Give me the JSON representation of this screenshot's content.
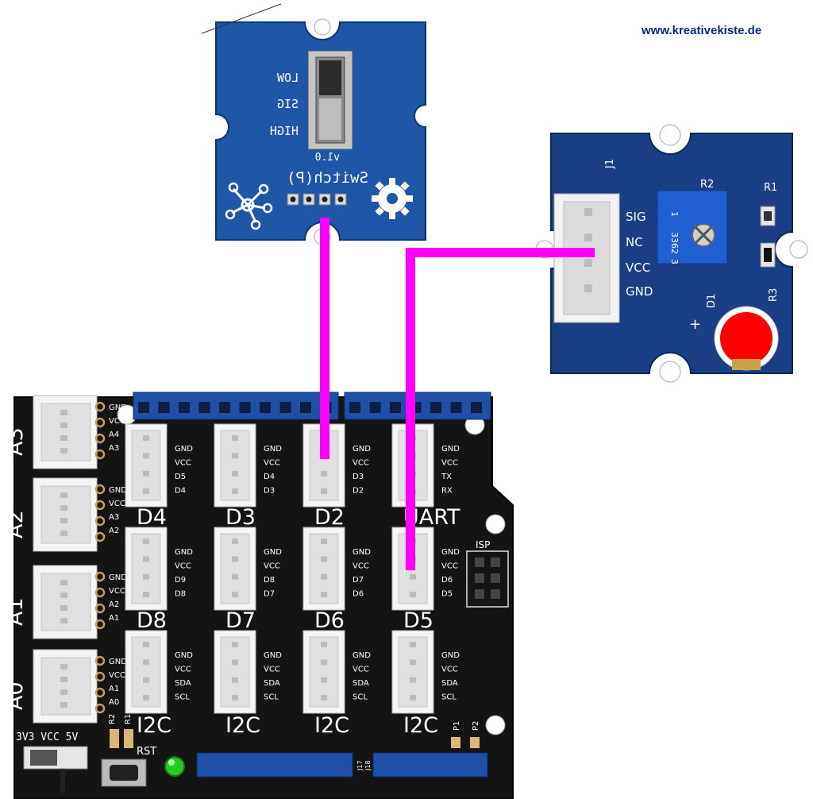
{
  "website": "www.kreativekiste.de",
  "colors": {
    "wire": "#ff00ff",
    "grove_blue": "#1e56a8",
    "shield_black": "#141414",
    "header_blue": "#1f4fa6",
    "led_red": "#ff0000",
    "led_green": "#22cc22",
    "potentiometer": "#1f5fcf"
  },
  "switch_module": {
    "name": "Switch(P)",
    "version": "v1.0",
    "pin_labels": [
      "LOW",
      "SIG",
      "HIGH"
    ]
  },
  "led_module": {
    "connector": "J1",
    "pin_labels": [
      "SIG",
      "NC",
      "VCC",
      "GND"
    ],
    "parts": [
      "R2",
      "R1",
      "R3",
      "D1"
    ],
    "polarity": "+",
    "pot_text": "3362",
    "pot_side_digits": [
      "1",
      "3"
    ]
  },
  "base_shield": {
    "analog_ports": [
      {
        "name": "A3",
        "pins": [
          "GND",
          "VCC",
          "A4",
          "A3"
        ]
      },
      {
        "name": "A2",
        "pins": [
          "GND",
          "VCC",
          "A3",
          "A2"
        ]
      },
      {
        "name": "A1",
        "pins": [
          "GND",
          "VCC",
          "A2",
          "A1"
        ]
      },
      {
        "name": "A0",
        "pins": [
          "GND",
          "VCC",
          "A1",
          "A0"
        ]
      }
    ],
    "row1": [
      {
        "name": "D4",
        "pins": [
          "GND",
          "VCC",
          "D5",
          "D4"
        ]
      },
      {
        "name": "D3",
        "pins": [
          "GND",
          "VCC",
          "D4",
          "D3"
        ]
      },
      {
        "name": "D2",
        "pins": [
          "GND",
          "VCC",
          "D3",
          "D2"
        ]
      },
      {
        "name": "UART",
        "pins": [
          "GND",
          "VCC",
          "TX",
          "RX"
        ]
      }
    ],
    "row2": [
      {
        "name": "D8",
        "pins": [
          "GND",
          "VCC",
          "D9",
          "D8"
        ]
      },
      {
        "name": "D7",
        "pins": [
          "GND",
          "VCC",
          "D8",
          "D7"
        ]
      },
      {
        "name": "D6",
        "pins": [
          "GND",
          "VCC",
          "D7",
          "D6"
        ]
      },
      {
        "name": "D5",
        "pins": [
          "GND",
          "VCC",
          "D6",
          "D5"
        ]
      }
    ],
    "row3": [
      {
        "name": "I2C",
        "pins": [
          "GND",
          "VCC",
          "SDA",
          "SCL"
        ]
      },
      {
        "name": "I2C",
        "pins": [
          "GND",
          "VCC",
          "SDA",
          "SCL"
        ]
      },
      {
        "name": "I2C",
        "pins": [
          "GND",
          "VCC",
          "SDA",
          "SCL"
        ]
      },
      {
        "name": "I2C",
        "pins": [
          "GND",
          "VCC",
          "SDA",
          "SCL"
        ]
      }
    ],
    "isp_label": "ISP",
    "voltage_switch_label": "3V3 VCC 5V",
    "reset_label": "RST",
    "small_labels": [
      "R2",
      "R1",
      "P1",
      "P2",
      "J17",
      "J18"
    ]
  }
}
